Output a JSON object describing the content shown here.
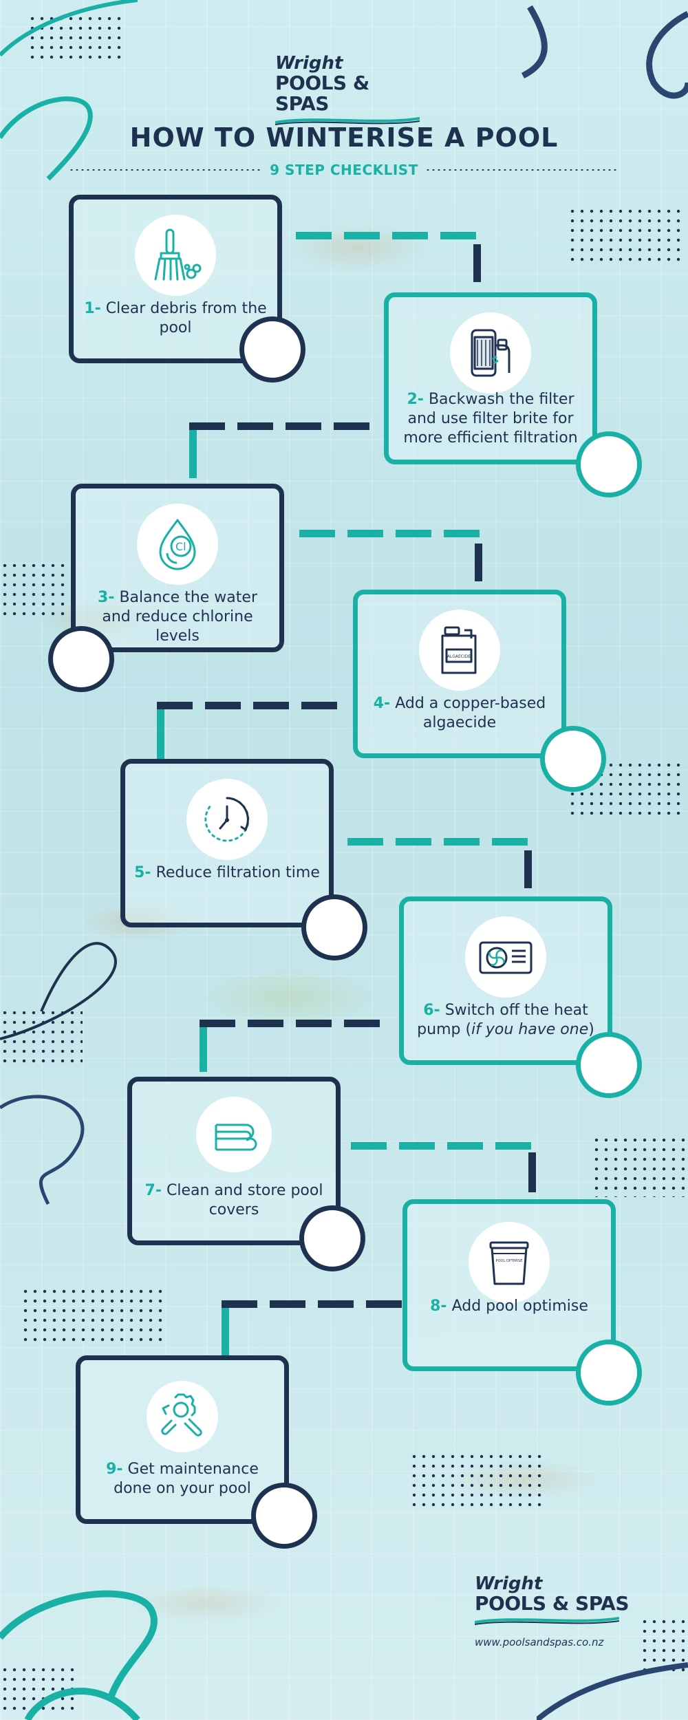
{
  "brand": {
    "name_top": "Wright",
    "name_bottom": "POOLS & SPAS",
    "url": "www.poolsandspas.co.nz"
  },
  "header": {
    "title": "HOW TO WINTERISE A POOL",
    "subtitle": "9 STEP CHECKLIST"
  },
  "colors": {
    "navy": "#1e3250",
    "teal": "#19b0a6",
    "background": "#c7e8ec"
  },
  "steps": [
    {
      "num": "1-",
      "text": "Clear debris from the pool",
      "icon": "broom-icon"
    },
    {
      "num": "2-",
      "text": "Backwash the filter and use filter brite for more efficient filtration",
      "icon": "filter-hose-icon"
    },
    {
      "num": "3-",
      "text": "Balance the water and reduce chlorine levels",
      "icon": "chlorine-drop-icon"
    },
    {
      "num": "4-",
      "text": "Add a copper-based algaecide",
      "icon": "algaecide-bottle-icon",
      "bottle_label": "ALGAECIDE"
    },
    {
      "num": "5-",
      "text": "Reduce filtration time",
      "icon": "timer-clock-icon"
    },
    {
      "num": "6-",
      "text": "Switch off the heat pump",
      "text_em": "if you have one",
      "icon": "heat-pump-icon"
    },
    {
      "num": "7-",
      "text": "Clean and store pool covers",
      "icon": "folded-cover-icon"
    },
    {
      "num": "8-",
      "text": "Add pool optimise",
      "icon": "optimise-bucket-icon",
      "bucket_label": "POOL OPTIMISE"
    },
    {
      "num": "9-",
      "text": "Get maintenance done on your pool",
      "icon": "wrench-gear-icon"
    }
  ]
}
